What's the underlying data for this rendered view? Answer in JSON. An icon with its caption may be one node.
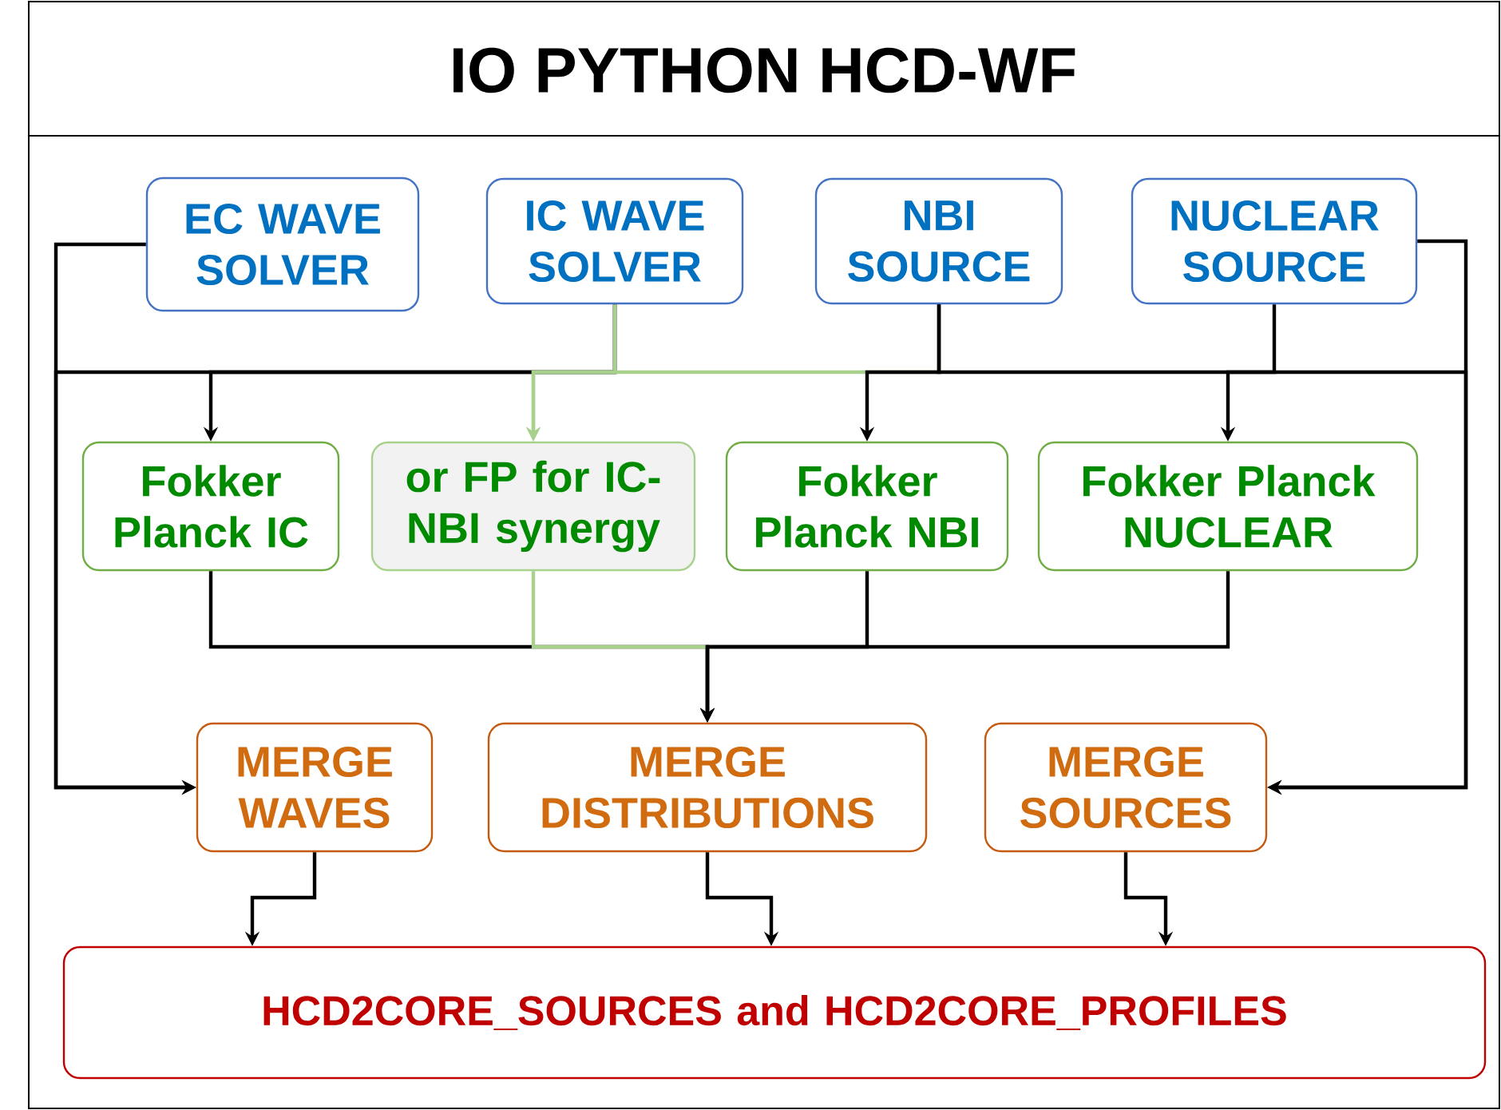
{
  "diagram": {
    "title": "IO PYTHON HCD-WF",
    "nodes": [
      {
        "text": [
          "EC WAVE SOLVER"
        ]
      },
      {
        "text": [
          "IC WAVE SOLVER"
        ]
      },
      {
        "text": [
          "NBI SOURCE"
        ]
      },
      {
        "text": [
          "NUCLEAR SOURCE"
        ]
      },
      {
        "text": [
          "Fokker Planck IC"
        ]
      },
      {
        "text": [
          "or FP for IC-NBI synergy"
        ]
      },
      {
        "text": [
          "Fokker Planck NBI"
        ]
      },
      {
        "text": [
          "Fokker Planck NUCLEAR"
        ]
      },
      {
        "text": [
          "MERGE WAVES"
        ]
      },
      {
        "text": [
          "MERGE DISTRIBUTIONS"
        ]
      },
      {
        "text": [
          "MERGE SOURCES"
        ]
      },
      {
        "text": [
          "HCD2CORE_SOURCES and HCD2CORE_PROFILES"
        ]
      }
    ],
    "edges": [
      {
        "from": 0,
        "to": 8,
        "arrow": "to"
      },
      {
        "from": 1,
        "to": 8,
        "arrow": "to"
      },
      {
        "from": 1,
        "to": 4,
        "arrow": "to"
      },
      {
        "from": 1,
        "to": 5,
        "arrow": "to",
        "color": "#a9d18e"
      },
      {
        "from": 2,
        "to": 5,
        "arrow": "to",
        "color": "#a9d18e"
      },
      {
        "from": 2,
        "to": 6,
        "arrow": "to"
      },
      {
        "from": 2,
        "to": 10,
        "arrow": "to"
      },
      {
        "from": 3,
        "to": 7,
        "arrow": "to"
      },
      {
        "from": 3,
        "to": 10,
        "arrow": "to"
      },
      {
        "from": 4,
        "to": 9,
        "arrow": "to"
      },
      {
        "from": 5,
        "to": 9,
        "arrow": "to",
        "color": "#a9d18e"
      },
      {
        "from": 6,
        "to": 9,
        "arrow": "to"
      },
      {
        "from": 7,
        "to": 9,
        "arrow": "to"
      },
      {
        "from": 8,
        "to": 11,
        "arrow": "to"
      },
      {
        "from": 9,
        "to": 11,
        "arrow": "to"
      },
      {
        "from": 10,
        "to": 11,
        "arrow": "to"
      }
    ]
  }
}
